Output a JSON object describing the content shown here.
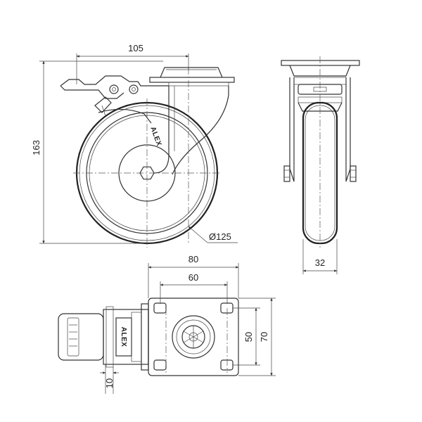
{
  "brand": "ALEX",
  "dimensions": {
    "top_width": "105",
    "total_height": "163",
    "wheel_diameter": "Ø125",
    "wheel_width": "32",
    "plate_outer_width": "80",
    "plate_hole_spacing_x": "60",
    "plate_hole_spacing_y": "50",
    "plate_outer_depth": "70",
    "brake_offset": "10"
  }
}
